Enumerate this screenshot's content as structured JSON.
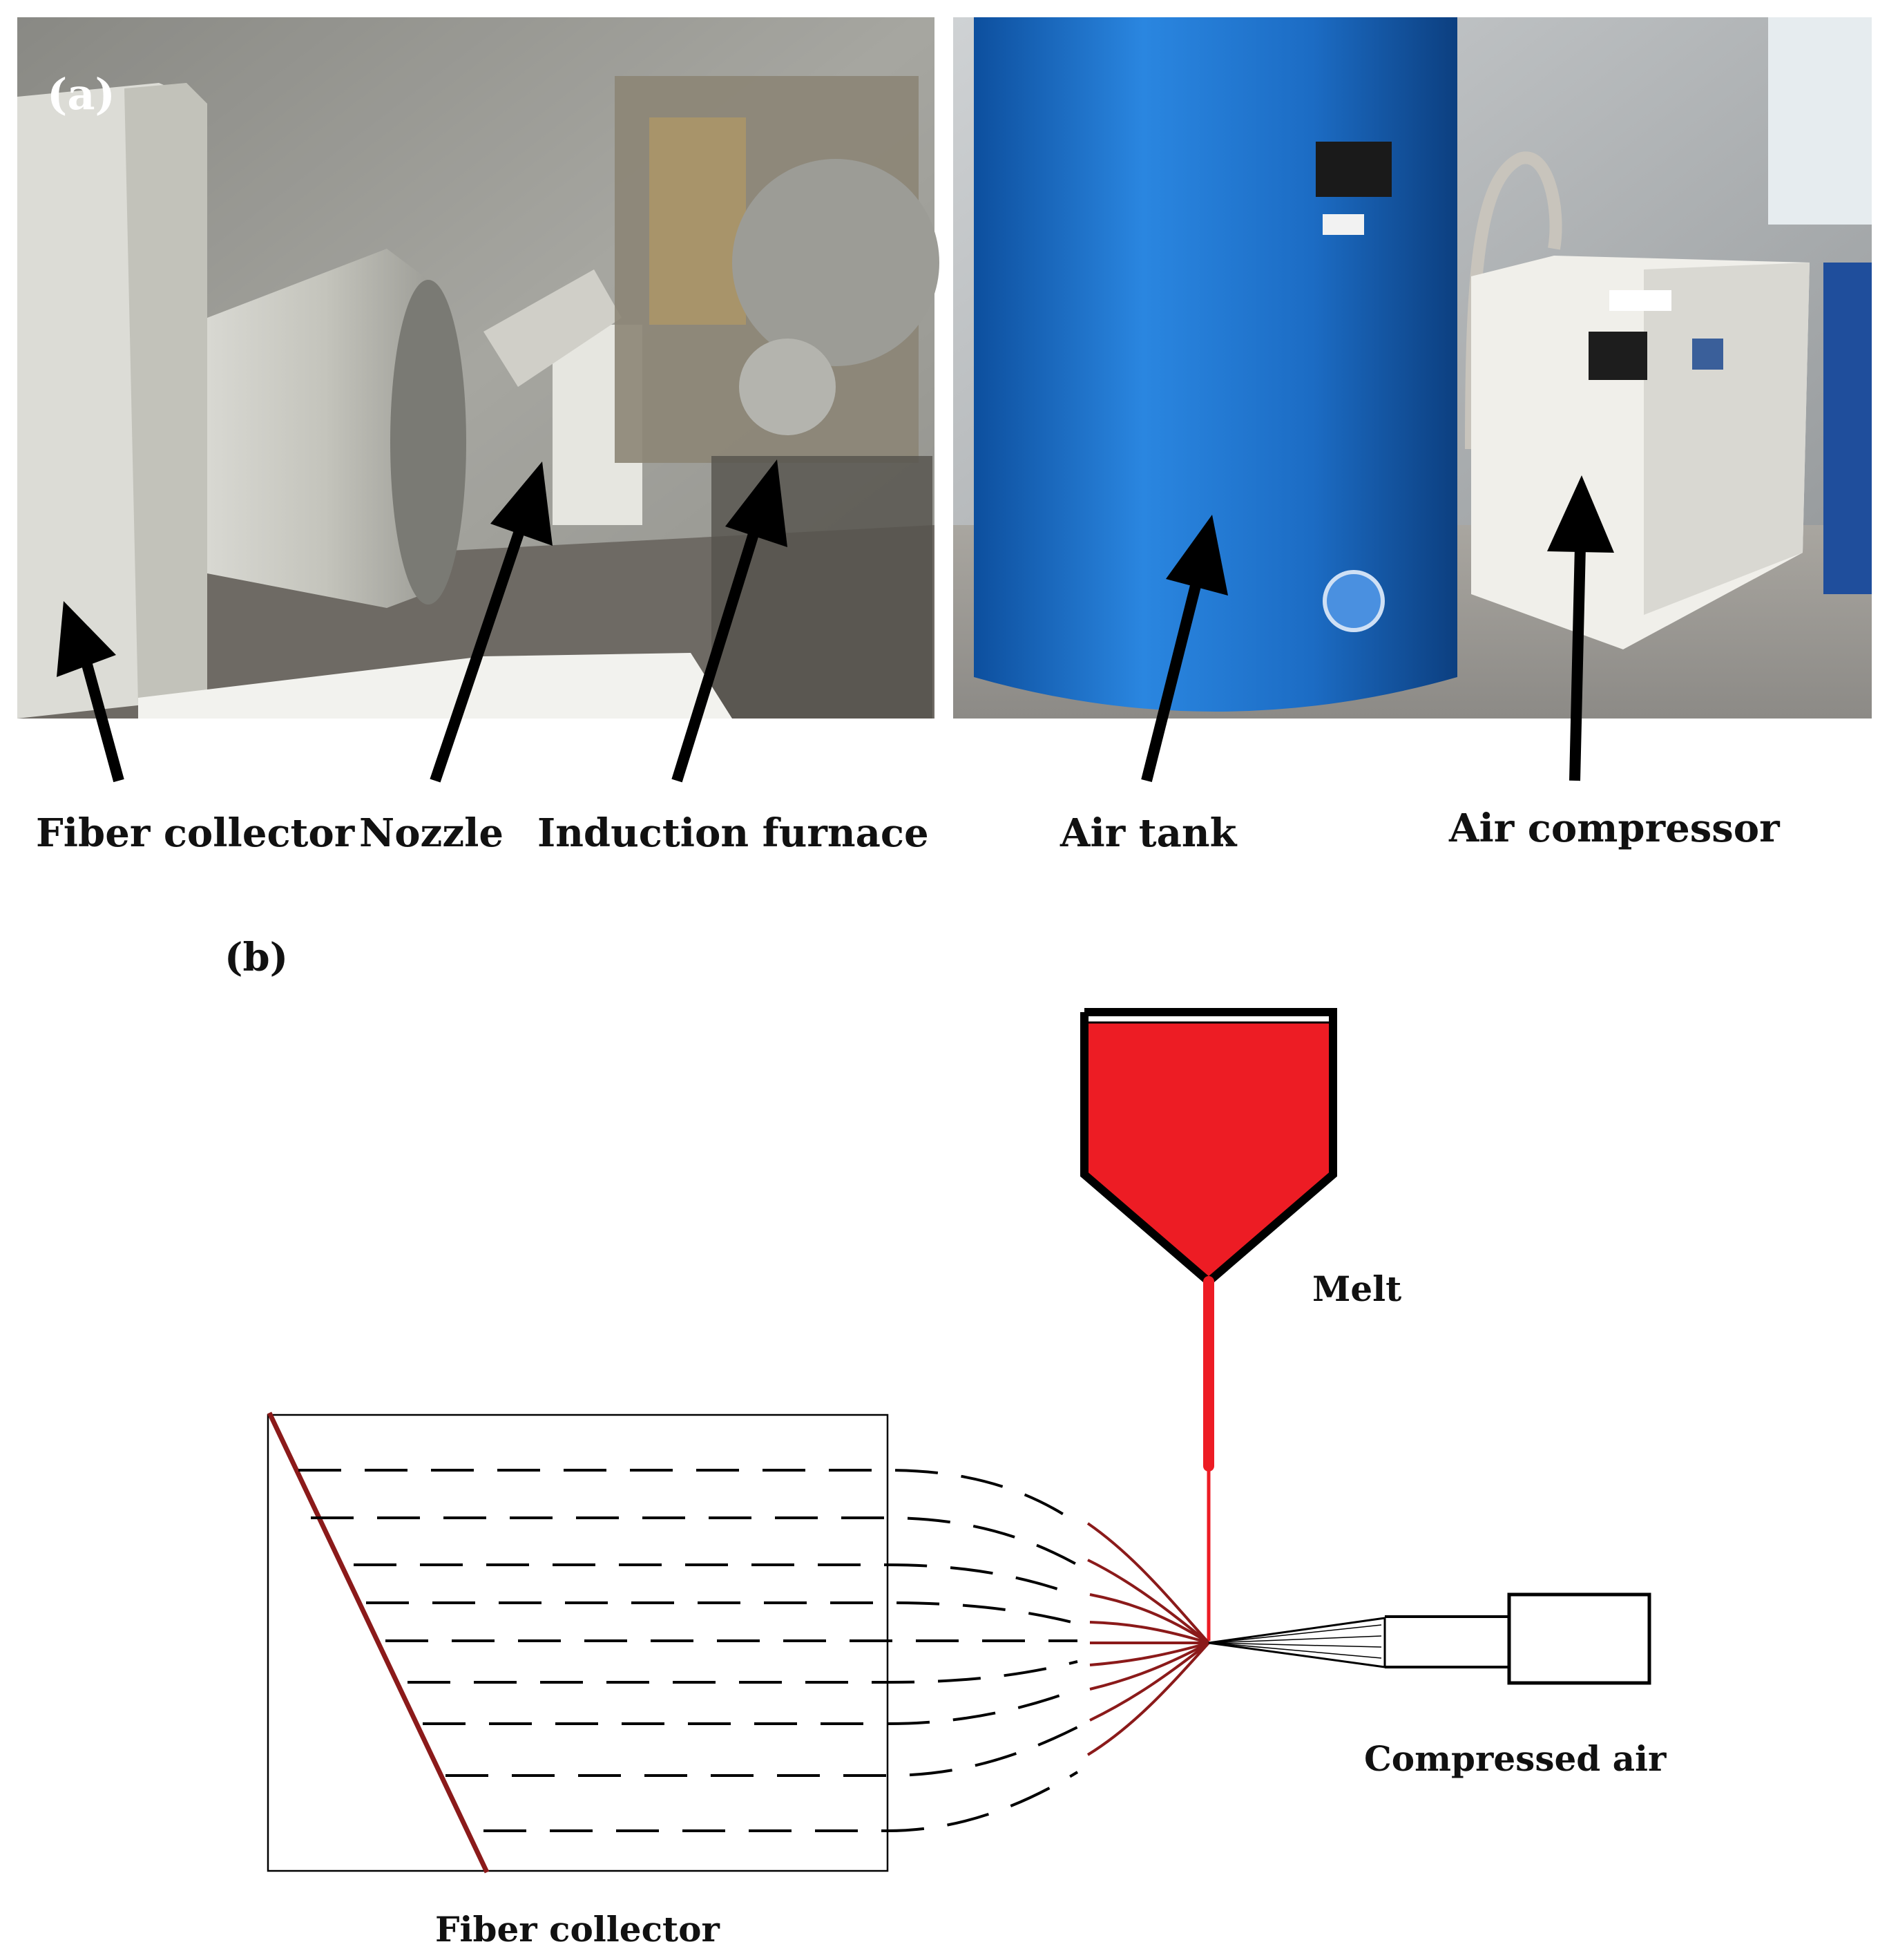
{
  "panel_a": {
    "tag": "(a)",
    "labels": {
      "fiber_collector": "Fiber collector",
      "nozzle": "Nozzle",
      "induction_furnace": "Induction furnace",
      "air_tank": "Air tank",
      "air_compressor": "Air compressor"
    }
  },
  "panel_b": {
    "tag": "(b)",
    "labels": {
      "melt": "Melt",
      "compressed_air": "Compressed air",
      "fiber_collector": "Fiber collector"
    }
  },
  "colors": {
    "melt": "#ed1c24",
    "fiber": "#8b1a1a",
    "tank_blue": "#1e6fc4",
    "arrow": "#000000"
  },
  "icons": [
    "arrow-icon"
  ]
}
